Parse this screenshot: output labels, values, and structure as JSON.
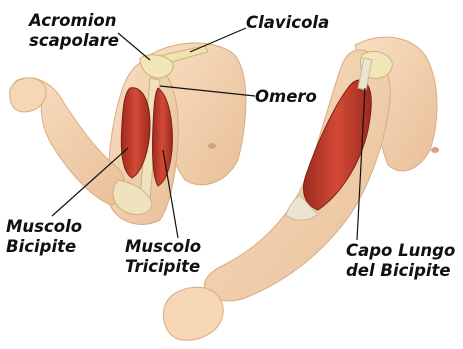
{
  "labels": {
    "acromion_line1": "Acromion",
    "acromion_line2": "scapolare",
    "clavicola": "Clavicola",
    "omero": "Omero",
    "bicipite_line1": "Muscolo",
    "bicipite_line2": "Bicipite",
    "tricipite_line1": "Muscolo",
    "tricipite_line2": "Tricipite",
    "capo_line1": "Capo Lungo",
    "capo_line2": "del Bicipite"
  },
  "colors": {
    "skin": "#f3d3b0",
    "skin_shadow": "#e0b68e",
    "muscle": "#c23a2b",
    "muscle_dark": "#8e2419",
    "bone": "#f2e6b8",
    "tendon": "#ece4d0",
    "leader_line": "#111111"
  }
}
